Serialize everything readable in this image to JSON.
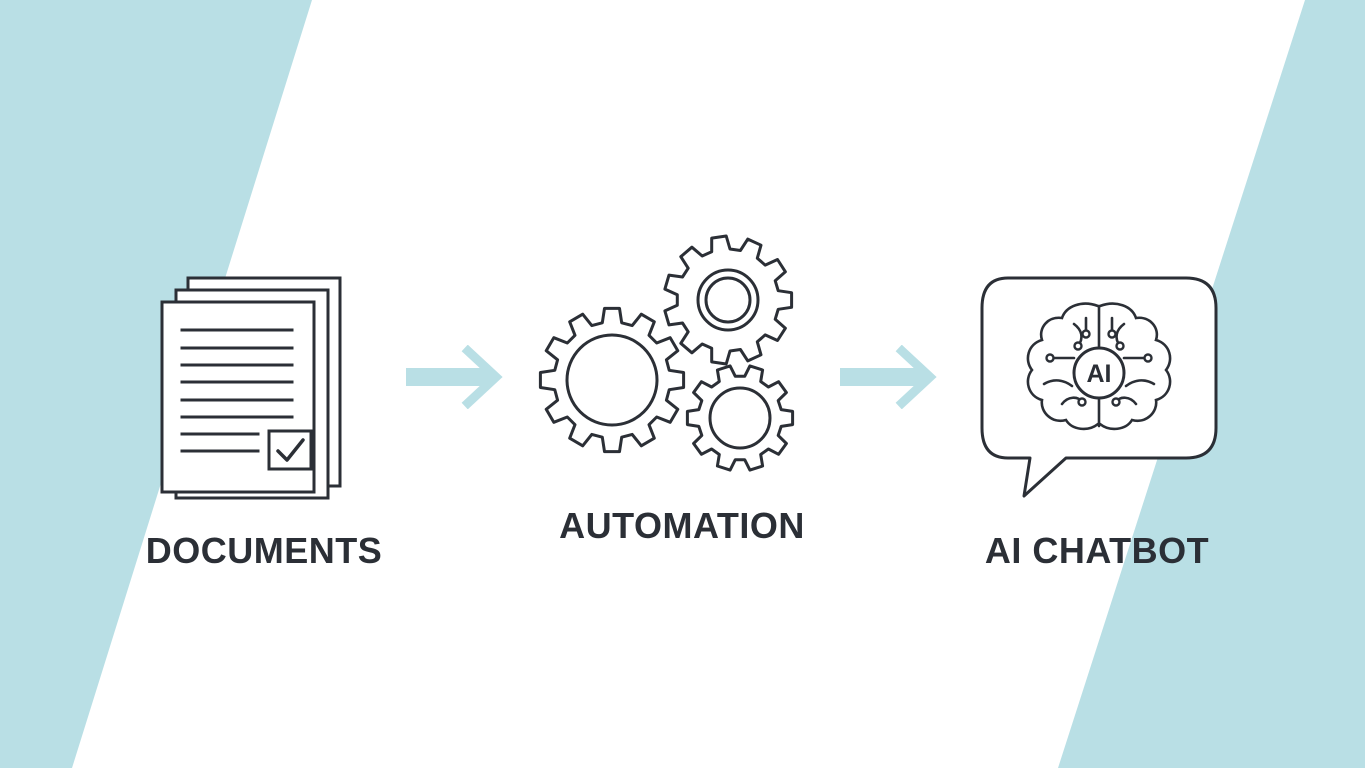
{
  "colors": {
    "background": "#ffffff",
    "band": "#b9dfe5",
    "stroke": "#2b2f36",
    "arrow": "#b9dfe5",
    "text": "#2b2f36"
  },
  "nodes": [
    {
      "id": "documents",
      "label": "DOCUMENTS",
      "icon": "documents-icon"
    },
    {
      "id": "automation",
      "label": "AUTOMATION",
      "icon": "gears-icon"
    },
    {
      "id": "chatbot",
      "label": "AI CHATBOT",
      "icon": "ai-chat-bubble-icon",
      "badge": "AI"
    }
  ],
  "arrows": [
    {
      "from": "documents",
      "to": "automation",
      "icon": "arrow-right-icon"
    },
    {
      "from": "automation",
      "to": "chatbot",
      "icon": "arrow-right-icon"
    }
  ]
}
